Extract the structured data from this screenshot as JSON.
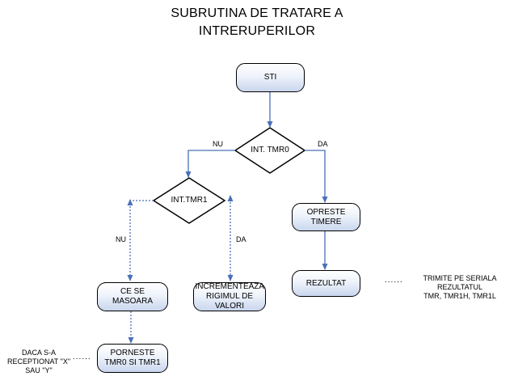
{
  "title": {
    "line1": "SUBRUTINA DE TRATARE A",
    "line2": "INTRERUPERILOR"
  },
  "nodes": {
    "sti": "STI",
    "int_tmr0": "INT. TMR0",
    "int_tmr1": "INT.TMR1",
    "opreste_timere": "OPRESTE TIMERE",
    "rezultat": "REZULTAT",
    "ce_se_masoara": "CE SE MASOARA",
    "incrementeaza": "INCREMENTEAZA RIGIMUL DE VALORI",
    "porneste": "PORNESTE TMR0 SI TMR1"
  },
  "edge_labels": {
    "tmr0_nu": "NU",
    "tmr0_da": "DA",
    "tmr1_nu": "NU",
    "tmr1_da": "DA"
  },
  "notes": {
    "trimite": [
      "TRIMITE PE SERIALA",
      "REZULTATUL",
      "TMR, TMR1H, TMR1L"
    ],
    "daca": [
      "DACA S-A",
      "RECEPTIONAT \"X\"",
      "SAU \"Y\""
    ],
    "dots": "......"
  },
  "colors": {
    "connector": "#4a70b8",
    "node_fill_top": "#ffffff",
    "node_fill_bottom": "#c9d6ee",
    "stroke": "#000000"
  }
}
